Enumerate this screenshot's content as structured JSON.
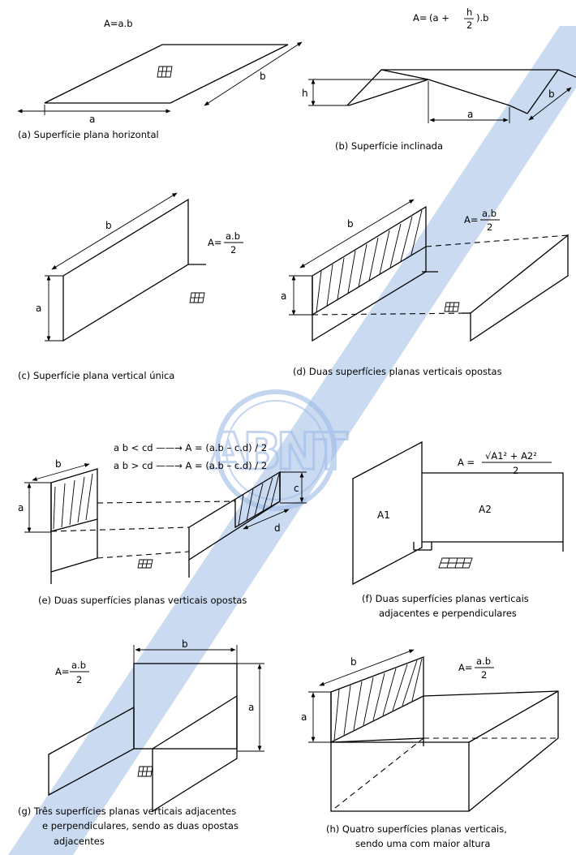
{
  "watermark": {
    "text": "ABNT",
    "color": "#9dbbe6"
  },
  "panels": {
    "a": {
      "caption": "(a)  Superfície plana horizontal",
      "formula": "A=a.b",
      "labels": {
        "a": "a",
        "b": "b"
      }
    },
    "b": {
      "caption": "(b)  Superfície inclinada",
      "formula_lhs": "A=",
      "formula_body": "(a + ",
      "formula_num": "h",
      "formula_den": "2",
      "formula_tail": ").b",
      "labels": {
        "h": "h",
        "a": "a",
        "b": "b"
      }
    },
    "c": {
      "caption": "(c) Superfície plana vertical única",
      "formula_lhs": "A=",
      "formula_num": "a.b",
      "formula_den": "2",
      "labels": {
        "a": "a",
        "b": "b"
      }
    },
    "d": {
      "caption": "(d)  Duas superfícies planas verticais opostas",
      "formula_lhs": "A=",
      "formula_num": "a.b",
      "formula_den": "2",
      "labels": {
        "a": "a",
        "b": "b"
      }
    },
    "e": {
      "caption": "(e)  Duas superfícies planas verticais opostas",
      "formula_line1": "a b  < cd  ——→  A  =  (a.b – c.d) / 2",
      "formula_line2": "a b  > cd  ——→  A  =  (a.b – c.d) / 2",
      "labels": {
        "a": "a",
        "b": "b",
        "c": "c",
        "d": "d"
      }
    },
    "f": {
      "caption_line1": "(f)  Duas superfícies planas verticais",
      "caption_line2": "adjacentes e perpendiculares",
      "formula_lhs": "A =",
      "formula_num": "√A1² + A2²",
      "formula_den": "2",
      "labels": {
        "a1": "A1",
        "a2": "A2"
      }
    },
    "g": {
      "caption_line1": "(g)  Três superfícies planas verticais adjacentes",
      "caption_line2": "e perpendiculares, sendo as duas opostas",
      "caption_line3": "adjacentes",
      "formula_lhs": "A=",
      "formula_num": "a.b",
      "formula_den": "2",
      "labels": {
        "a": "a",
        "b": "b"
      }
    },
    "h": {
      "caption_line1": "(h)  Quatro superfícies planas verticais,",
      "caption_line2": "sendo uma com maior altura",
      "formula_lhs": "A=",
      "formula_num": "a.b",
      "formula_den": "2",
      "labels": {
        "a": "a",
        "b": "b"
      }
    }
  }
}
